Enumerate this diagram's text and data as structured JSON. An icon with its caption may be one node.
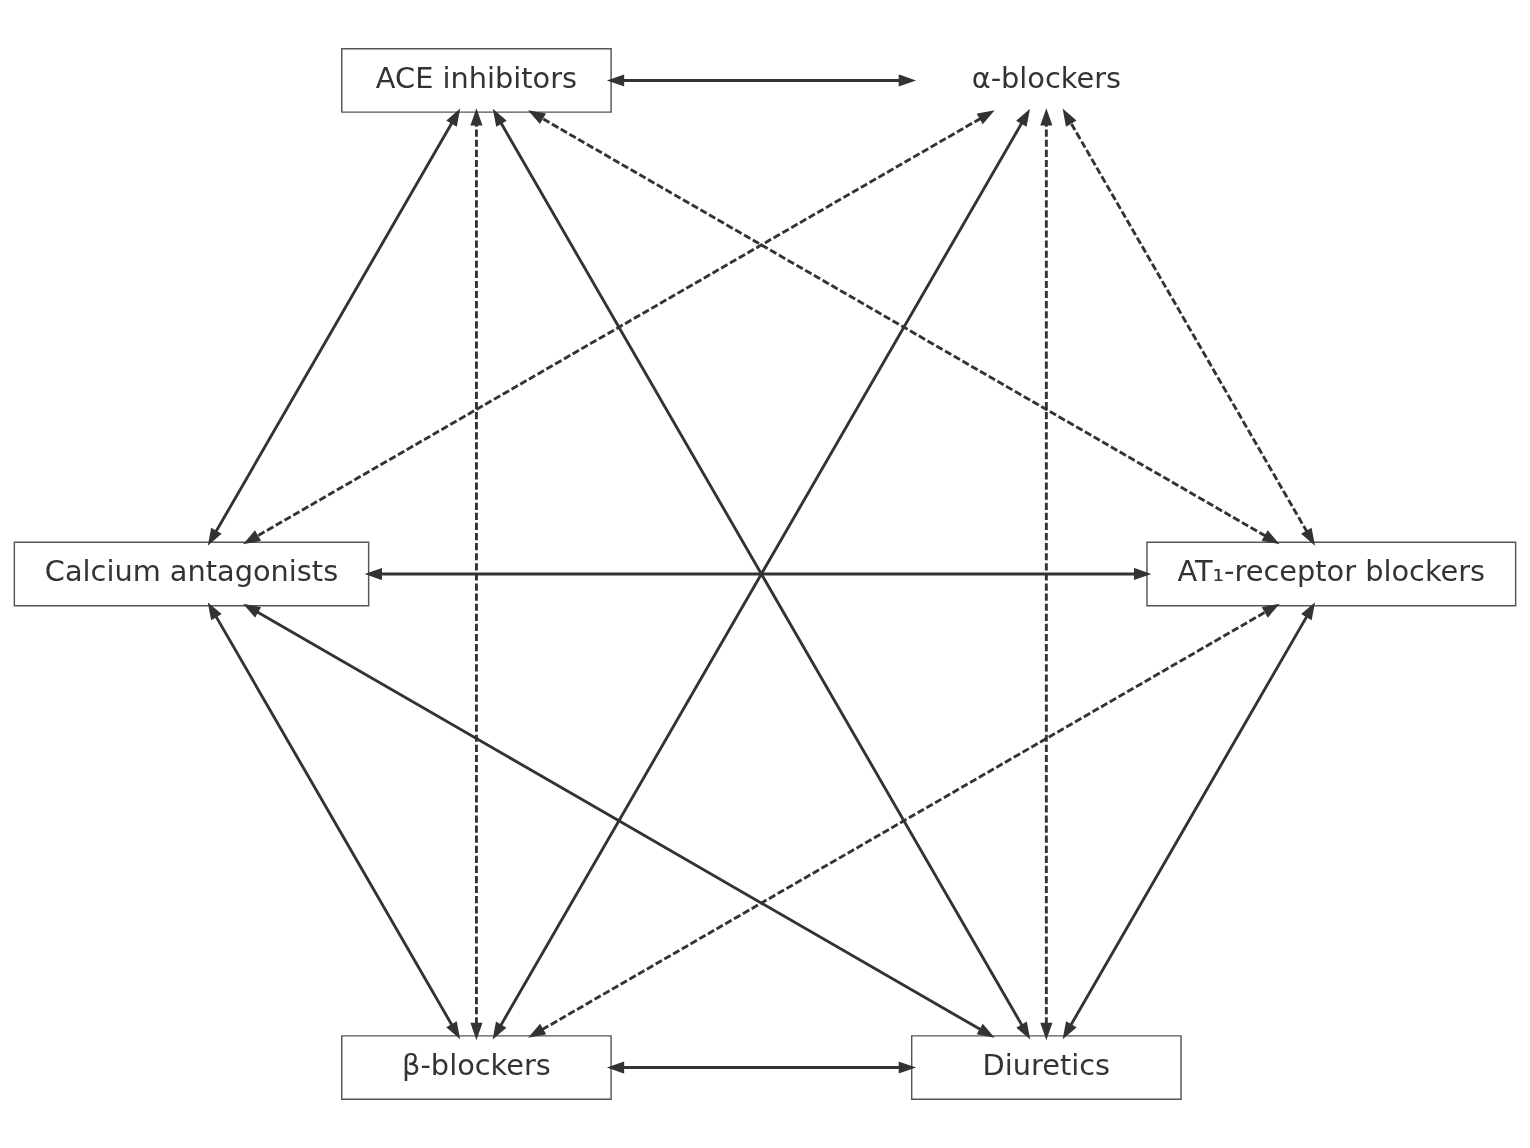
{
  "diagram": {
    "nodes": [
      {
        "text": [
          "Diuretics"
        ]
      },
      {
        "text": [
          "β-blockers"
        ]
      },
      {
        "text": [
          "AT₁-receptor blockers"
        ]
      },
      {
        "text": [
          "α-blockers"
        ]
      },
      {
        "text": [
          "Calcium antagonists"
        ]
      },
      {
        "text": [
          "ACE inhibitors"
        ]
      }
    ],
    "edges": [
      {
        "from": 0,
        "to": 1,
        "arrow": "both"
      },
      {
        "from": 0,
        "to": 2,
        "arrow": "both"
      },
      {
        "from": 0,
        "to": 5,
        "arrow": "both"
      },
      {
        "from": 0,
        "to": 4,
        "arrow": "both"
      },
      {
        "from": 0,
        "to": 3,
        "arrow": "both",
        "style": "dashed"
      },
      {
        "from": 1,
        "to": 2,
        "arrow": "both",
        "style": "dashed"
      },
      {
        "from": 1,
        "to": 4,
        "arrow": "both"
      },
      {
        "from": 1,
        "to": 3,
        "arrow": "both"
      },
      {
        "from": 1,
        "to": 5,
        "arrow": "both",
        "style": "dashed"
      },
      {
        "from": 2,
        "to": 4,
        "arrow": "both"
      },
      {
        "from": 2,
        "to": 3,
        "arrow": "both",
        "style": "dashed"
      },
      {
        "from": 2,
        "to": 5,
        "arrow": "both",
        "style": "dashed"
      },
      {
        "from": 3,
        "to": 4,
        "arrow": "both",
        "style": "dashed"
      },
      {
        "from": 3,
        "to": 5,
        "arrow": "both"
      },
      {
        "from": 4,
        "to": 5,
        "arrow": "both"
      }
    ]
  }
}
